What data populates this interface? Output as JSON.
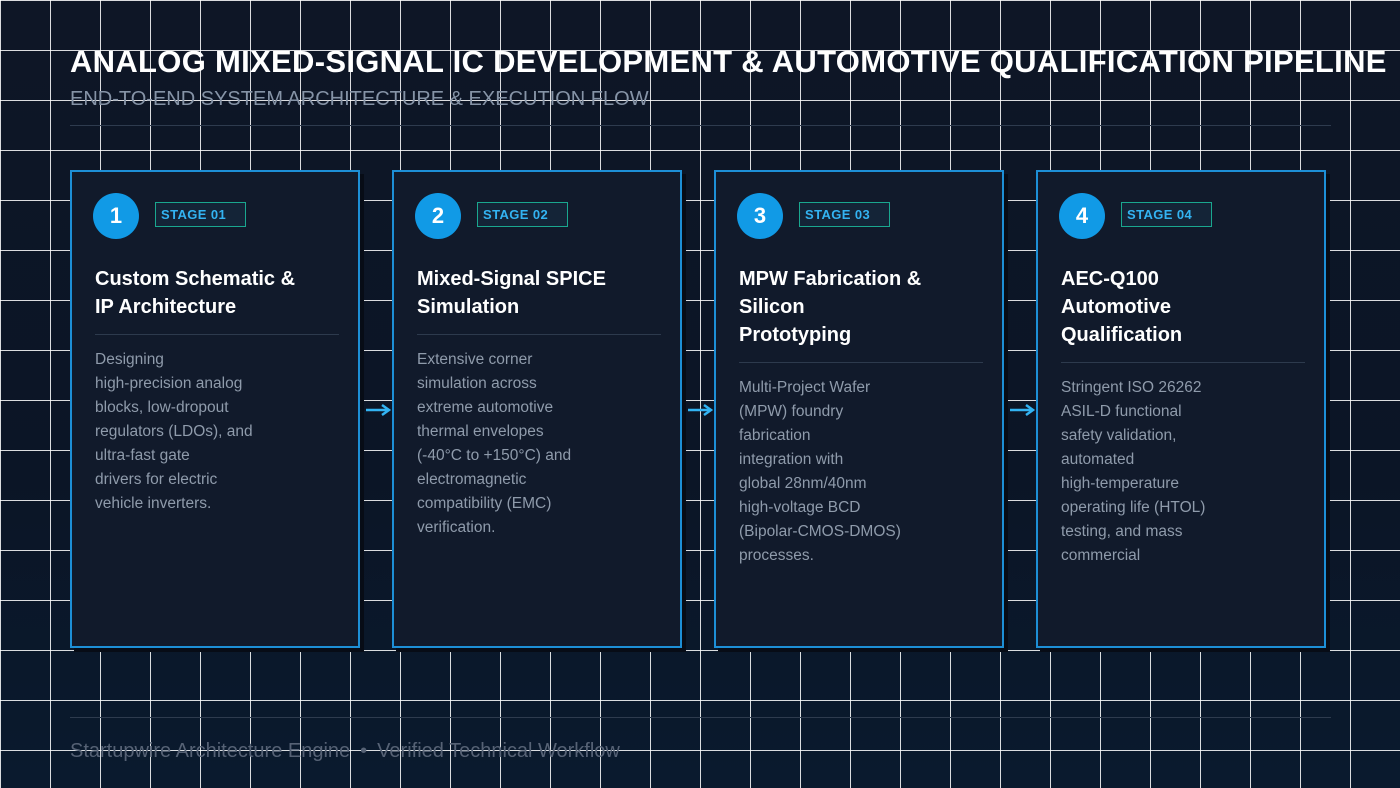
{
  "header": {
    "title": "ANALOG MIXED-SIGNAL IC DEVELOPMENT & AUTOMOTIVE QUALIFICATION PIPELINE",
    "subtitle": "END-TO-END SYSTEM ARCHITECTURE & EXECUTION FLOW"
  },
  "stages": [
    {
      "number": "1",
      "badge": "STAGE 01",
      "title": "Custom Schematic &\nIP Architecture",
      "description": "Designing\nhigh-precision analog\nblocks, low-dropout\nregulators (LDOs), and\nultra-fast gate\ndrivers for electric\nvehicle inverters."
    },
    {
      "number": "2",
      "badge": "STAGE 02",
      "title": "Mixed-Signal SPICE\nSimulation",
      "description": "Extensive corner\nsimulation across\nextreme automotive\nthermal envelopes\n(-40°C to +150°C) and\nelectromagnetic\ncompatibility (EMC)\nverification."
    },
    {
      "number": "3",
      "badge": "STAGE 03",
      "title": "MPW Fabrication &\nSilicon\nPrototyping",
      "description": "Multi-Project Wafer\n(MPW) foundry\nfabrication\nintegration with\nglobal 28nm/40nm\nhigh-voltage BCD\n(Bipolar-CMOS-DMOS)\nprocesses."
    },
    {
      "number": "4",
      "badge": "STAGE 04",
      "title": "AEC-Q100\nAutomotive\nQualification",
      "description": "Stringent ISO 26262\nASIL-D functional\nsafety validation,\nautomated\nhigh-temperature\noperating life (HTOL)\ntesting, and mass\ncommercial"
    }
  ],
  "footer": {
    "brand": "Startupwire Architecture Engine",
    "separator": "•",
    "tagline": "Verified Technical Workflow"
  },
  "colors": {
    "accent": "#119ae6",
    "card_border": "#1d8fd6",
    "badge_border": "#1aa78f",
    "badge_text": "#33b3f2",
    "background": "#0b1220"
  },
  "icons": {
    "connector": "arrow-right-icon"
  }
}
